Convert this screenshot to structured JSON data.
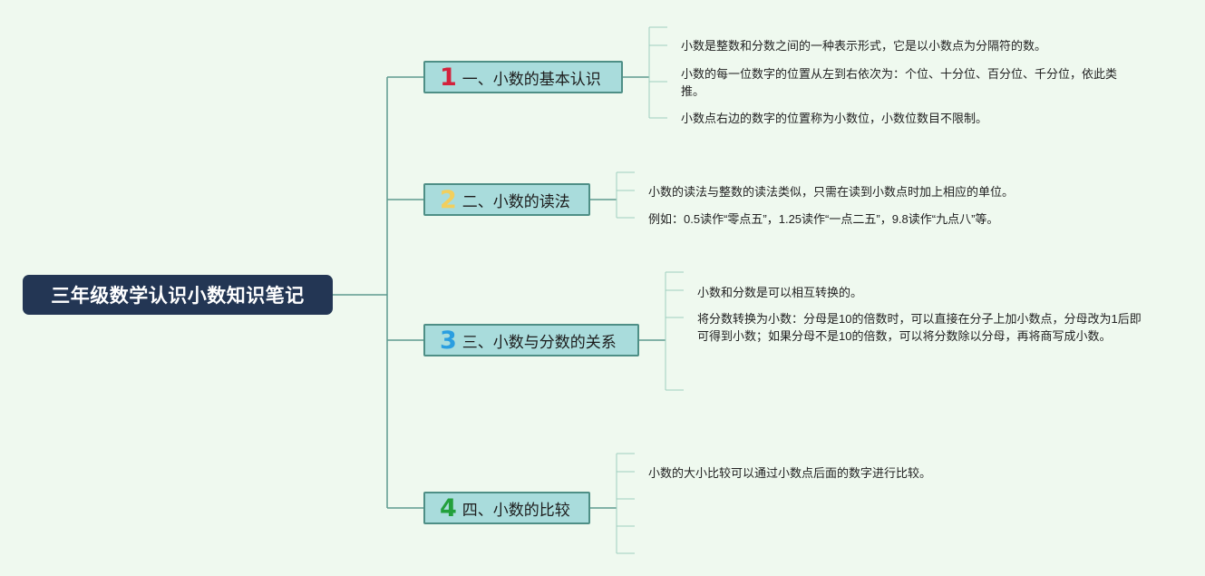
{
  "root": {
    "title": "三年级数学认识小数知识笔记"
  },
  "branches": [
    {
      "number": "1",
      "title": "一、小数的基本认识",
      "color": "#d3223c",
      "notes": [
        "小数是整数和分数之间的一种表示形式，它是以小数点为分隔符的数。",
        "小数的每一位数字的位置从左到右依次为：个位、十分位、百分位、千分位，依此类推。",
        "小数点右边的数字的位置称为小数位，小数位数目不限制。"
      ]
    },
    {
      "number": "2",
      "title": "二、小数的读法",
      "color": "#f2cf5c",
      "notes": [
        "小数的读法与整数的读法类似，只需在读到小数点时加上相应的单位。",
        "例如：0.5读作“零点五”，1.25读作“一点二五”，9.8读作“九点八”等。"
      ]
    },
    {
      "number": "3",
      "title": "三、小数与分数的关系",
      "color": "#2a9ee0",
      "notes": [
        "小数和分数是可以相互转换的。",
        "将分数转换为小数：分母是10的倍数时，可以直接在分子上加小数点，分母改为1后即可得到小数；如果分母不是10的倍数，可以将分数除以分母，再将商写成小数。"
      ]
    },
    {
      "number": "4",
      "title": "四、小数的比较",
      "color": "#23a03c",
      "notes": [
        "小数的大小比较可以通过小数点后面的数字进行比较。"
      ]
    }
  ]
}
